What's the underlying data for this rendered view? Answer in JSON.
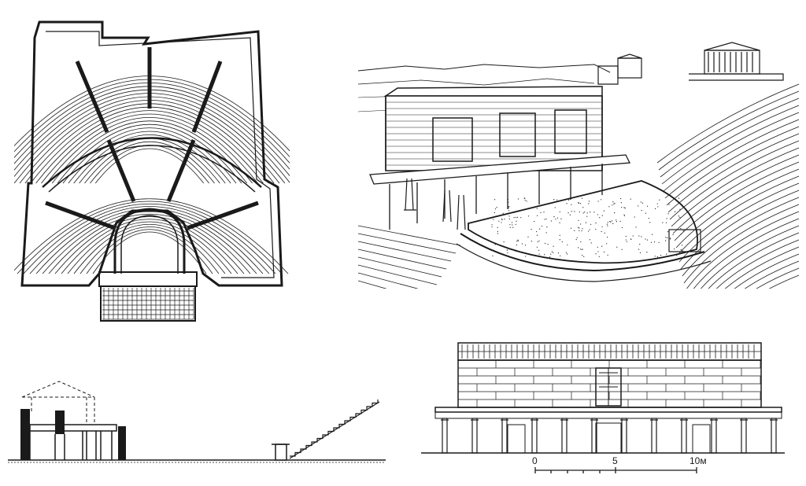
{
  "scale_bar": {
    "labels": [
      "0",
      "5",
      "10м"
    ]
  },
  "colors": {
    "ink": "#1a1a1a",
    "paper": "#ffffff"
  }
}
